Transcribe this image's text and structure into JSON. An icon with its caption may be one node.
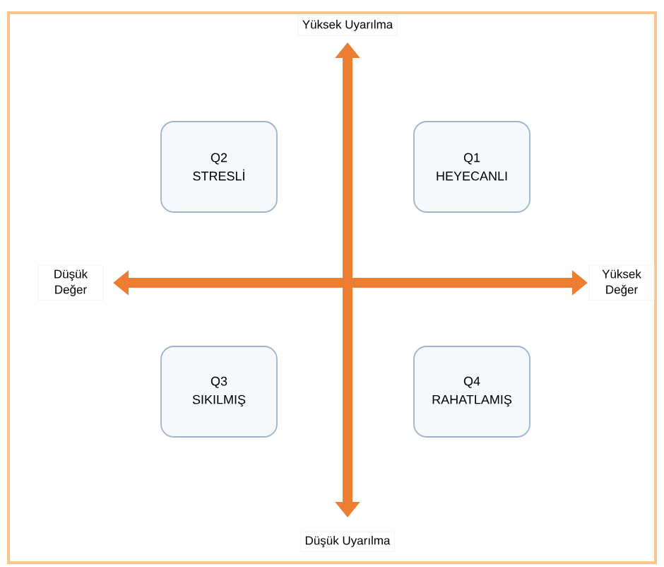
{
  "diagram": {
    "nodes": [
      {
        "text": [
          "Q2",
          "STRESLİ"
        ]
      },
      {
        "text": [
          "Q1",
          "HEYECANLI"
        ]
      },
      {
        "text": [
          "Q3",
          "SIKILMIŞ"
        ]
      },
      {
        "text": [
          "Q4",
          "RAHATLAMIŞ"
        ]
      }
    ],
    "labels": [
      "Yüksek Uyarılma",
      "Düşük Değer",
      "Yüksek Değer",
      "Düşük Uyarılma"
    ]
  }
}
